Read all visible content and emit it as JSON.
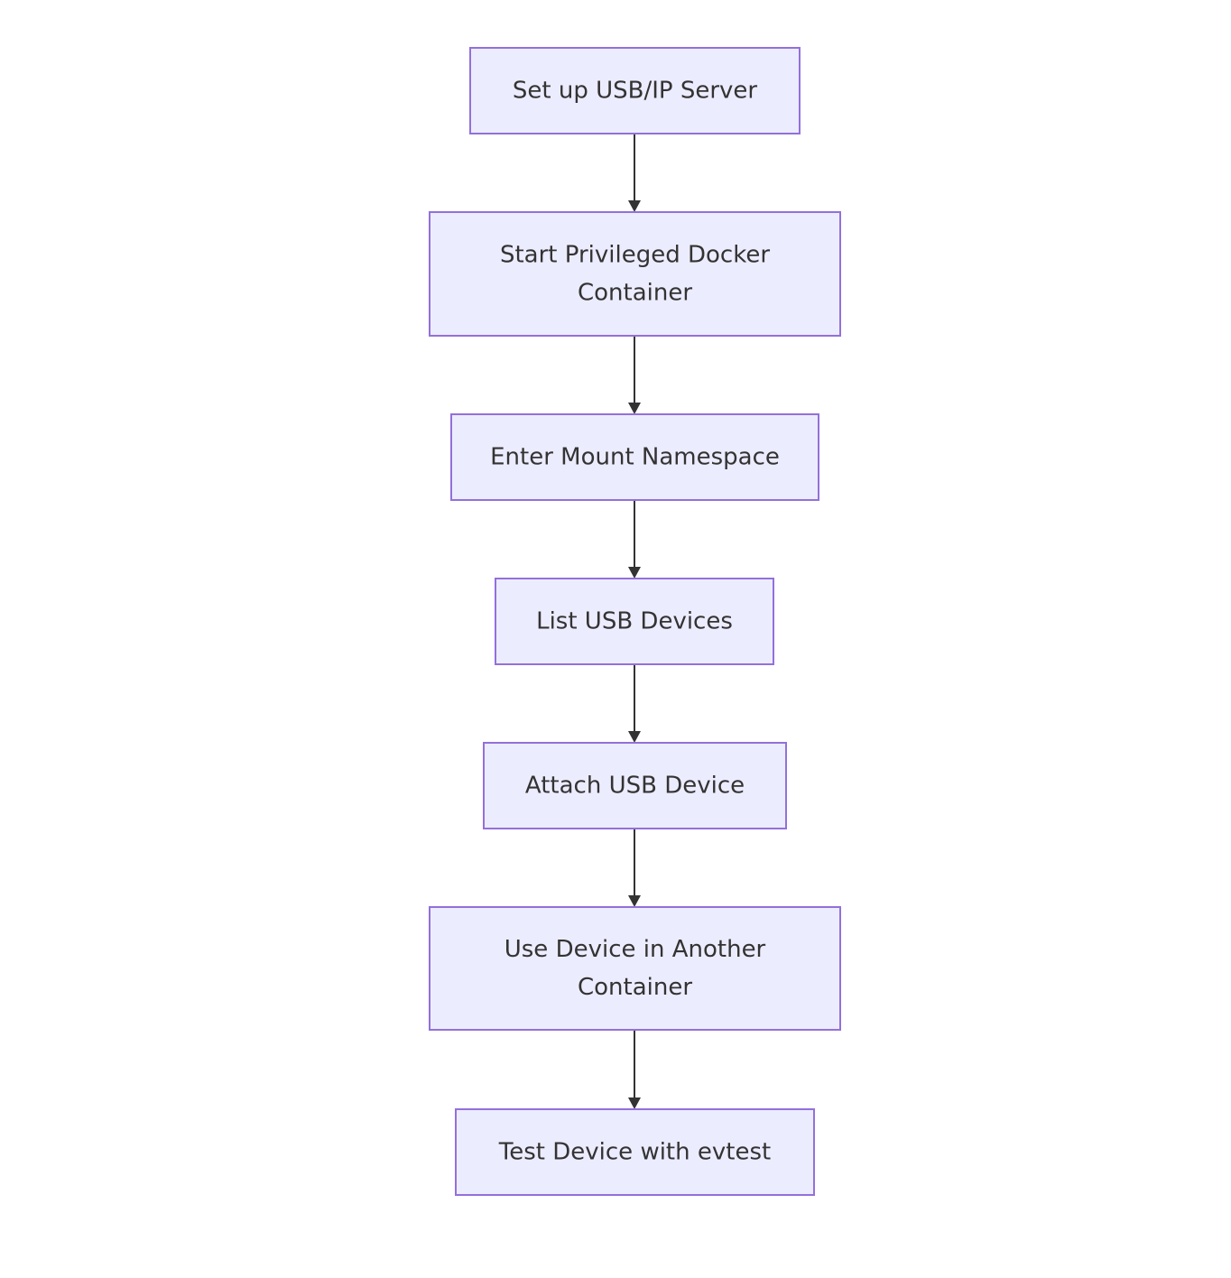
{
  "diagram": {
    "type": "flowchart",
    "direction": "top-to-bottom",
    "colors": {
      "node_fill": "#ececff",
      "node_stroke": "#9370db",
      "text": "#333333",
      "edge": "#333333",
      "background": "#ffffff"
    },
    "nodes": [
      {
        "id": "n1",
        "lines": [
          "Set up USB/IP Server"
        ]
      },
      {
        "id": "n2",
        "lines": [
          "Start Privileged Docker",
          "Container"
        ]
      },
      {
        "id": "n3",
        "lines": [
          "Enter Mount Namespace"
        ]
      },
      {
        "id": "n4",
        "lines": [
          "List USB Devices"
        ]
      },
      {
        "id": "n5",
        "lines": [
          "Attach USB Device"
        ]
      },
      {
        "id": "n6",
        "lines": [
          "Use Device in Another",
          "Container"
        ]
      },
      {
        "id": "n7",
        "lines": [
          "Test Device with evtest"
        ]
      }
    ],
    "edges": [
      {
        "from": "n1",
        "to": "n2"
      },
      {
        "from": "n2",
        "to": "n3"
      },
      {
        "from": "n3",
        "to": "n4"
      },
      {
        "from": "n4",
        "to": "n5"
      },
      {
        "from": "n5",
        "to": "n6"
      },
      {
        "from": "n6",
        "to": "n7"
      }
    ]
  }
}
